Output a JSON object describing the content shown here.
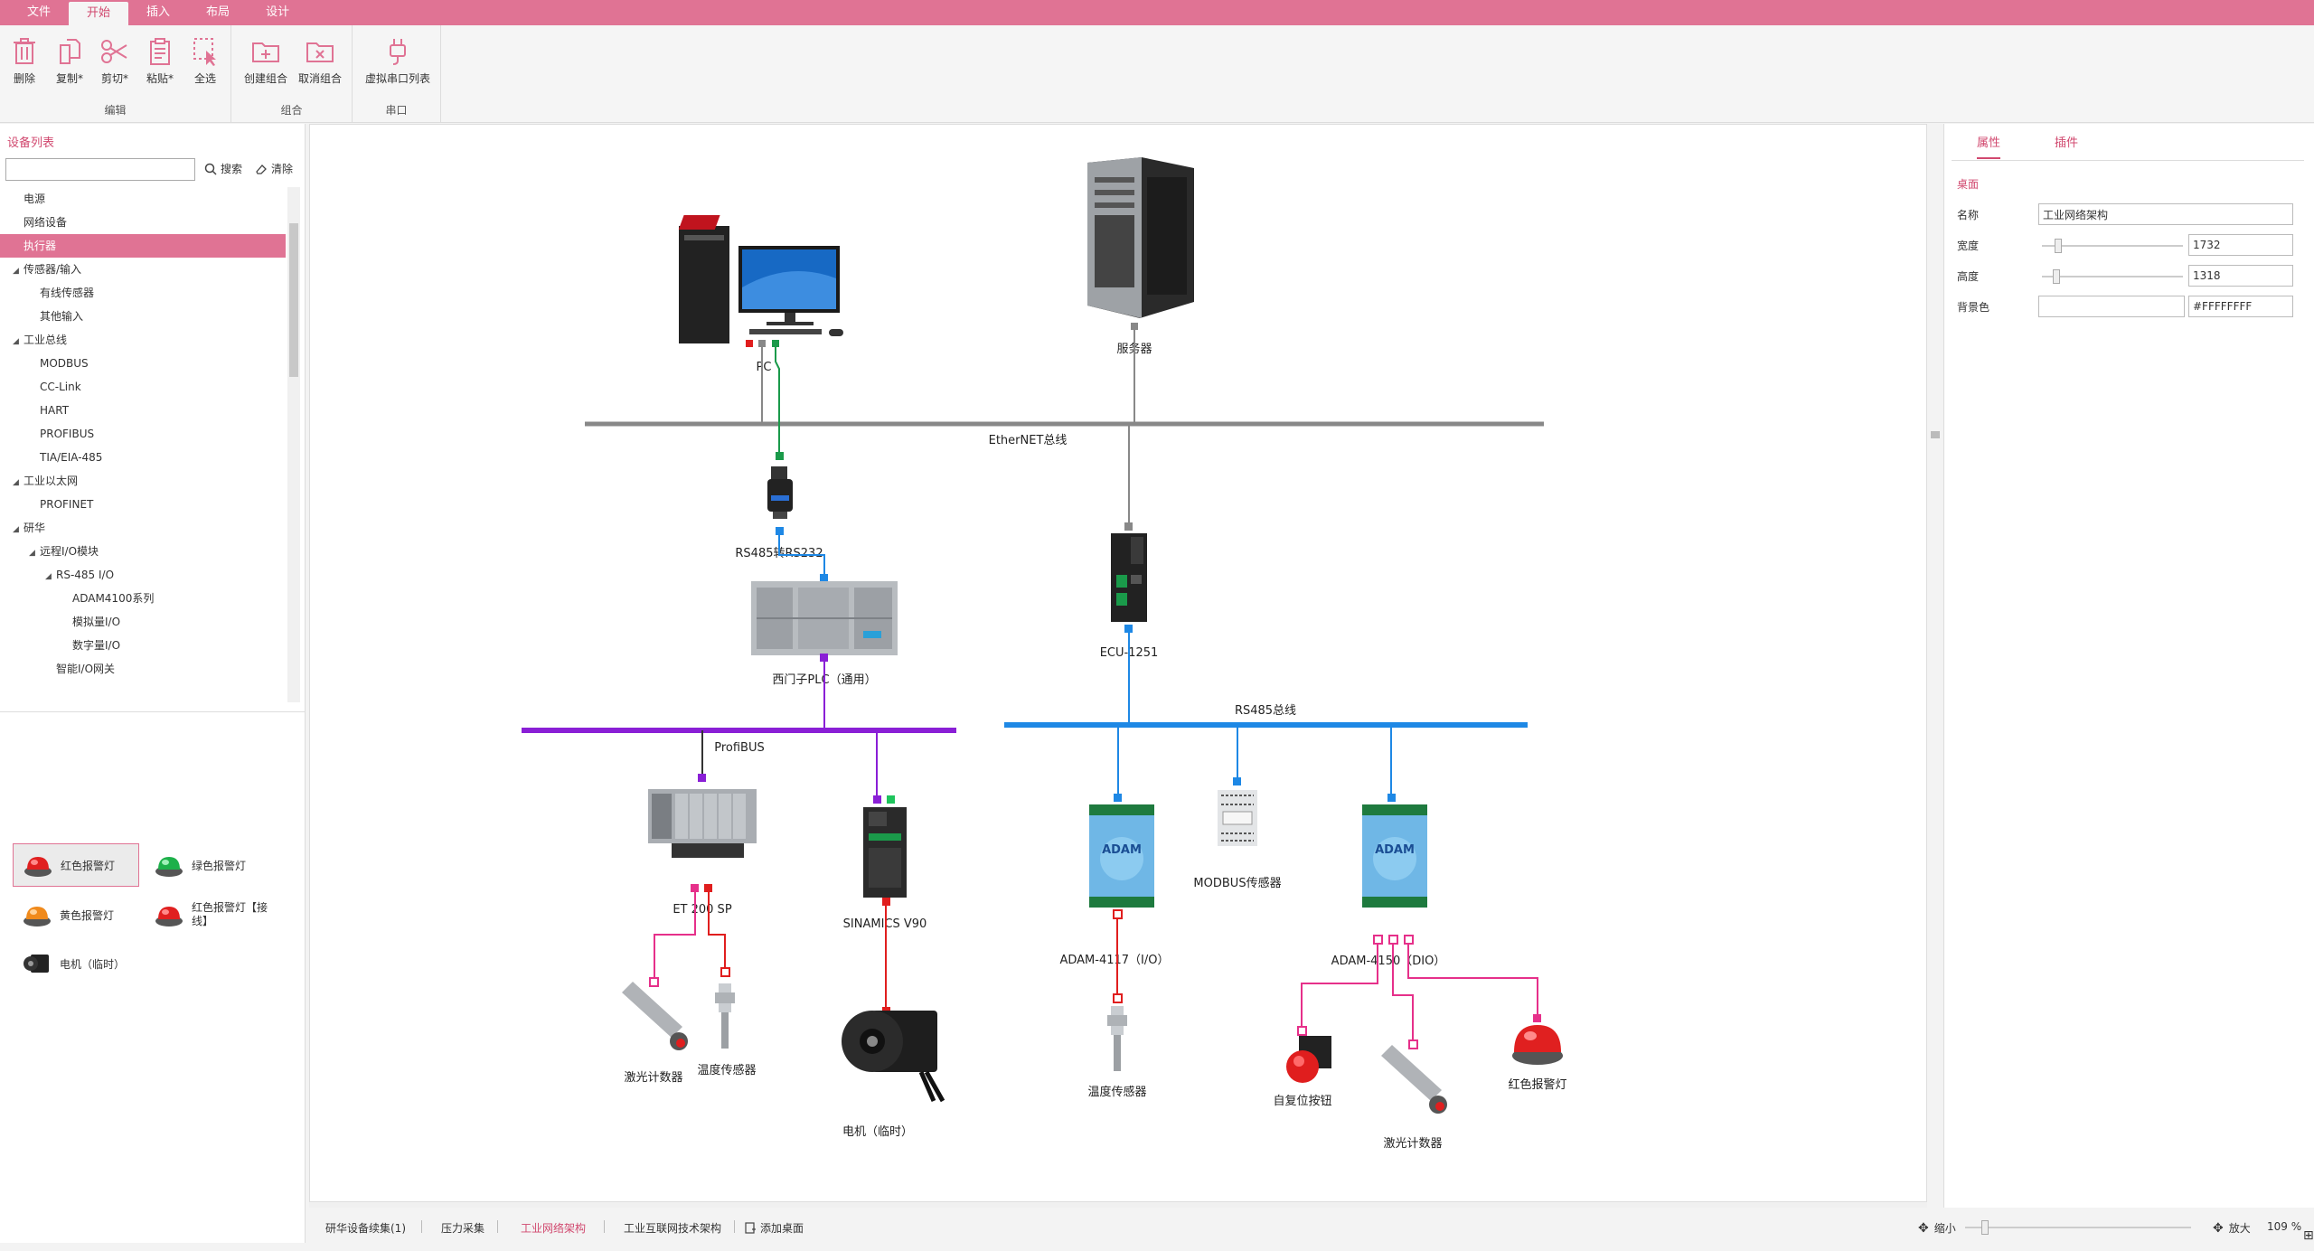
{
  "menu": {
    "tabs": [
      {
        "label": "文件"
      },
      {
        "label": "开始",
        "active": true
      },
      {
        "label": "插入"
      },
      {
        "label": "布局"
      },
      {
        "label": "设计"
      }
    ]
  },
  "ribbon": {
    "groups": [
      {
        "label": "编辑",
        "buttons": [
          {
            "label": "删除",
            "icon": "trash-icon"
          },
          {
            "label": "复制*",
            "icon": "copy-icon"
          },
          {
            "label": "剪切*",
            "icon": "scissors-icon"
          },
          {
            "label": "粘贴*",
            "icon": "clipboard-icon"
          },
          {
            "label": "全选",
            "icon": "select-all-icon"
          }
        ]
      },
      {
        "label": "组合",
        "buttons": [
          {
            "label": "创建组合",
            "icon": "folder-plus-icon"
          },
          {
            "label": "取消组合",
            "icon": "folder-x-icon"
          }
        ]
      },
      {
        "label": "串口",
        "buttons": [
          {
            "label": "虚拟串口列表",
            "icon": "plug-icon"
          }
        ]
      }
    ]
  },
  "left": {
    "title": "设备列表",
    "search_placeholder": "",
    "search_label": "搜索",
    "clear_label": "清除",
    "tree": [
      {
        "label": "电源",
        "level": 1
      },
      {
        "label": "网络设备",
        "level": 1
      },
      {
        "label": "执行器",
        "level": 1,
        "selected": true
      },
      {
        "label": "传感器/输入",
        "level": 0,
        "expanded": true
      },
      {
        "label": "有线传感器",
        "level": 1
      },
      {
        "label": "其他输入",
        "level": 1
      },
      {
        "label": "工业总线",
        "level": 0,
        "expanded": true
      },
      {
        "label": "MODBUS",
        "level": 1
      },
      {
        "label": "CC-Link",
        "level": 1
      },
      {
        "label": "HART",
        "level": 1
      },
      {
        "label": "PROFIBUS",
        "level": 1
      },
      {
        "label": "TIA/EIA-485",
        "level": 1
      },
      {
        "label": "工业以太网",
        "level": 0,
        "expanded": true
      },
      {
        "label": "PROFINET",
        "level": 1
      },
      {
        "label": "研华",
        "level": 0,
        "expanded": true
      },
      {
        "label": "远程I/O模块",
        "level": 1,
        "expanded": true
      },
      {
        "label": "RS-485 I/O",
        "level": 2,
        "expanded": true
      },
      {
        "label": "ADAM4100系列",
        "level": 3
      },
      {
        "label": "模拟量I/O",
        "level": 3
      },
      {
        "label": "数字量I/O",
        "level": 3
      },
      {
        "label": "智能I/O网关",
        "level": 2
      }
    ],
    "palette": [
      {
        "label": "红色报警灯",
        "color": "#e02020",
        "icon": "red-alarm-lamp-icon",
        "selected": true
      },
      {
        "label": "绿色报警灯",
        "color": "#1db04a",
        "icon": "green-alarm-lamp-icon"
      },
      {
        "label": "黄色报警灯",
        "color": "#f08a1c",
        "icon": "yellow-alarm-lamp-icon"
      },
      {
        "label": "红色报警灯【接线】",
        "color": "#e02020",
        "icon": "red-alarm-lamp-wired-icon"
      },
      {
        "label": "电机（临时）",
        "color": "#222222",
        "icon": "motor-icon"
      }
    ]
  },
  "diagram": {
    "devices": {
      "pc": "PC",
      "server": "服务器",
      "rs485": "RS485转RS232",
      "plc": "西门子PLC（通用）",
      "ecu": "ECU-1251",
      "et200": "ET 200 SP",
      "v90": "SINAMICS V90",
      "adam4117": "ADAM-4117（I/O）",
      "modbus_sensor": "MODBUS传感器",
      "adam4150": "ADAM-4150（DIO）",
      "laser1": "激光计数器",
      "temp1": "温度传感器",
      "motor": "电机（临时）",
      "temp2": "温度传感器",
      "reset_btn": "自复位按钮",
      "laser2": "激光计数器",
      "red_lamp": "红色报警灯"
    },
    "buses": {
      "ethernet": {
        "label": "EtherNET总线",
        "color": "#888888"
      },
      "profibus": {
        "label": "ProfiBUS",
        "color": "#8a1fd6"
      },
      "rs485": {
        "label": "RS485总线",
        "color": "#1e88e5"
      }
    },
    "colors": {
      "green": "#1a9a4a",
      "blue": "#1e88e5",
      "purple": "#8a1fd6",
      "red": "#e01e1e",
      "pink": "#e6308a",
      "gray": "#888888",
      "dark": "#333333"
    }
  },
  "right": {
    "tabs": [
      {
        "label": "属性",
        "active": true
      },
      {
        "label": "插件"
      }
    ],
    "section": "桌面",
    "fields": {
      "name_label": "名称",
      "name_value": "工业网络架构",
      "width_label": "宽度",
      "width_value": "1732",
      "height_label": "高度",
      "height_value": "1318",
      "bg_label": "背景色",
      "bg_value": "#FFFFFFFF"
    }
  },
  "status": {
    "tabs": [
      {
        "label": "研华设备续集(1)"
      },
      {
        "label": "压力采集"
      },
      {
        "label": "工业网络架构",
        "active": true
      },
      {
        "label": "工业互联网技术架构"
      },
      {
        "label": "添加桌面"
      }
    ],
    "zoom_out": "缩小",
    "zoom_in": "放大",
    "zoom_value": "109 %",
    "restore": "还原"
  }
}
